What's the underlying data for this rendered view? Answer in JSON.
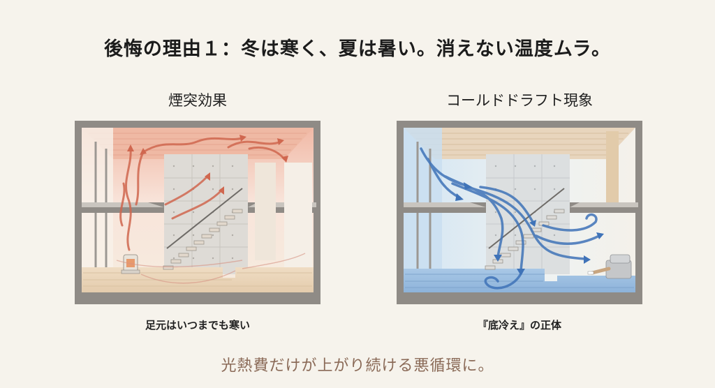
{
  "title": "後悔の理由１：冬は寒く、夏は暑い。消えない温度ムラ。",
  "panels": [
    {
      "title": "煙突効果",
      "caption": "足元はいつまでも寒い",
      "illustration": "stack-effect-house-cross-section",
      "arrow_color": "#d0674f",
      "tint_color": "#f3c9b8"
    },
    {
      "title": "コールドドラフト現象",
      "caption": "『底冷え』の正体",
      "illustration": "cold-draft-house-cross-section",
      "arrow_color": "#3f73b8",
      "tint_color": "#cfe2f2"
    }
  ],
  "footer": "光熱費だけが上がり続ける悪循環に。",
  "colors": {
    "background": "#f6f3ec",
    "frame": "#8f8b86",
    "footer_text": "#8a6a57"
  }
}
